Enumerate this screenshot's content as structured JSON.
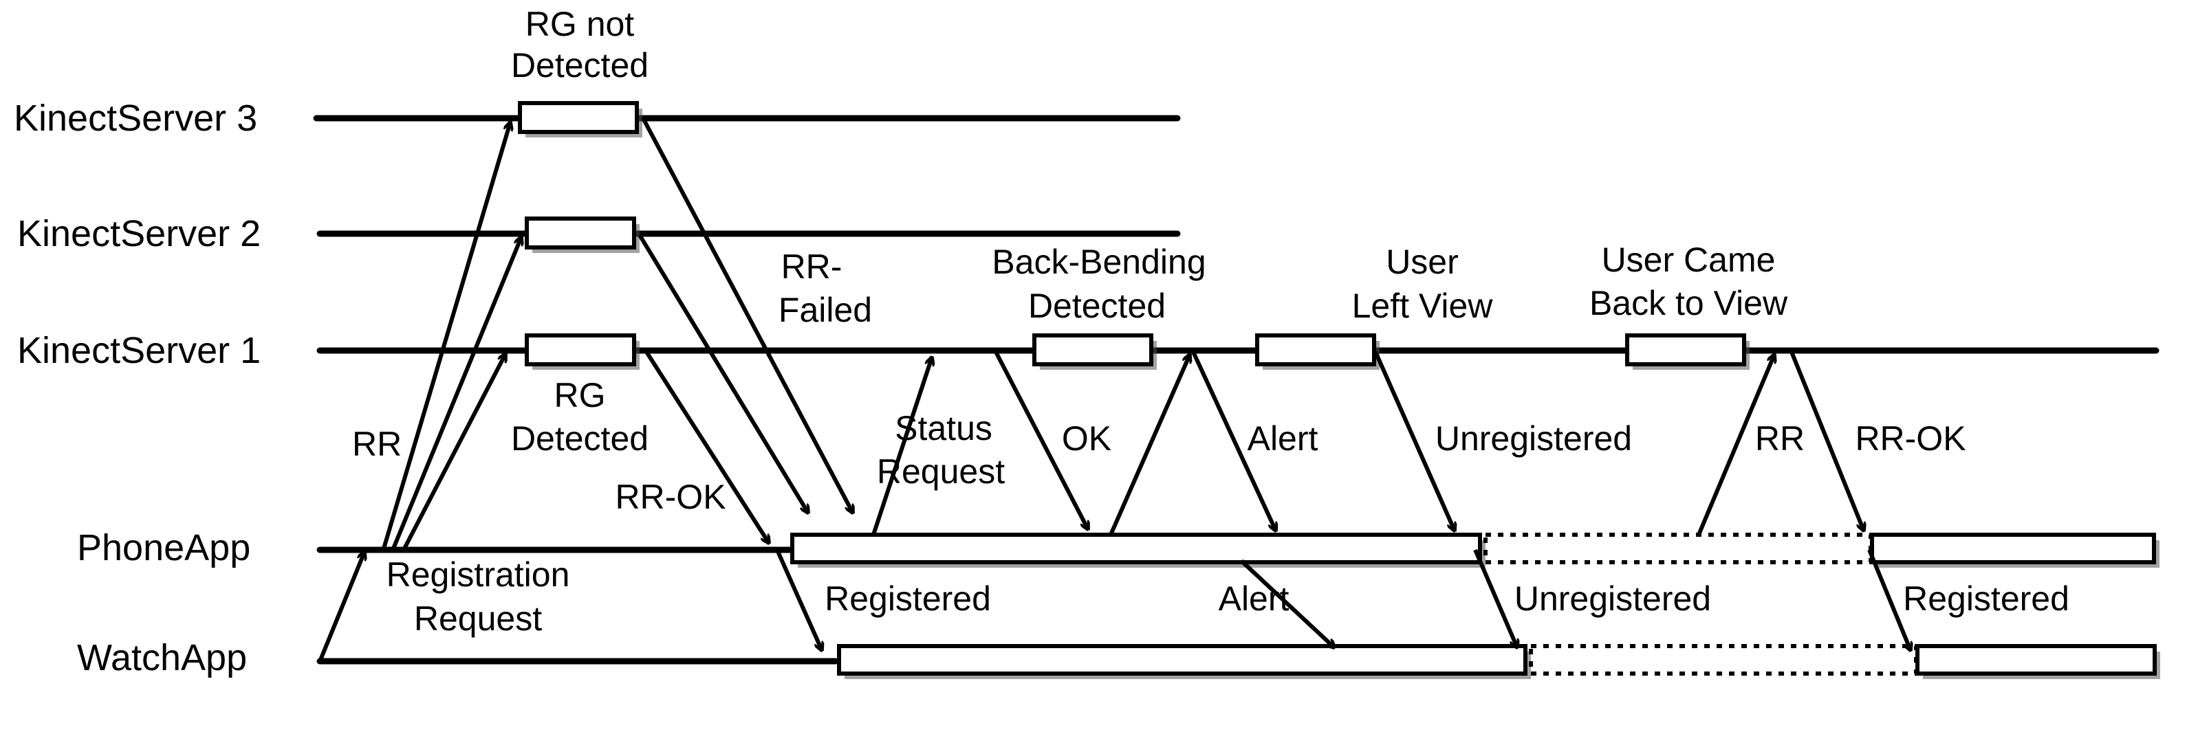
{
  "lanes": {
    "kinect3": "KinectServer 3",
    "kinect2": "KinectServer 2",
    "kinect1": "KinectServer 1",
    "phone": "PhoneApp",
    "watch": "WatchApp"
  },
  "labels": {
    "rg_not_detected_1": "RG not",
    "rg_not_detected_2": "Detected",
    "rr": "RR",
    "rg_detected_1": "RG",
    "rg_detected_2": "Detected",
    "rr_failed_1": "RR-",
    "rr_failed_2": "Failed",
    "rr_ok_1": "RR-OK",
    "registration_request_1": "Registration",
    "registration_request_2": "Request",
    "registered_watch_1": "Registered",
    "status_request_1": "Status",
    "status_request_2": "Request",
    "ok": "OK",
    "back_bending_1": "Back-Bending",
    "back_bending_2": "Detected",
    "alert_phone": "Alert",
    "alert_watch": "Alert",
    "user_left_1": "User",
    "user_left_2": "Left View",
    "unregistered_phone": "Unregistered",
    "unregistered_watch": "Unregistered",
    "user_came_back_1": "User Came",
    "user_came_back_2": "Back to View",
    "rr_2": "RR",
    "rr_ok_2": "RR-OK",
    "registered_watch_2": "Registered"
  }
}
